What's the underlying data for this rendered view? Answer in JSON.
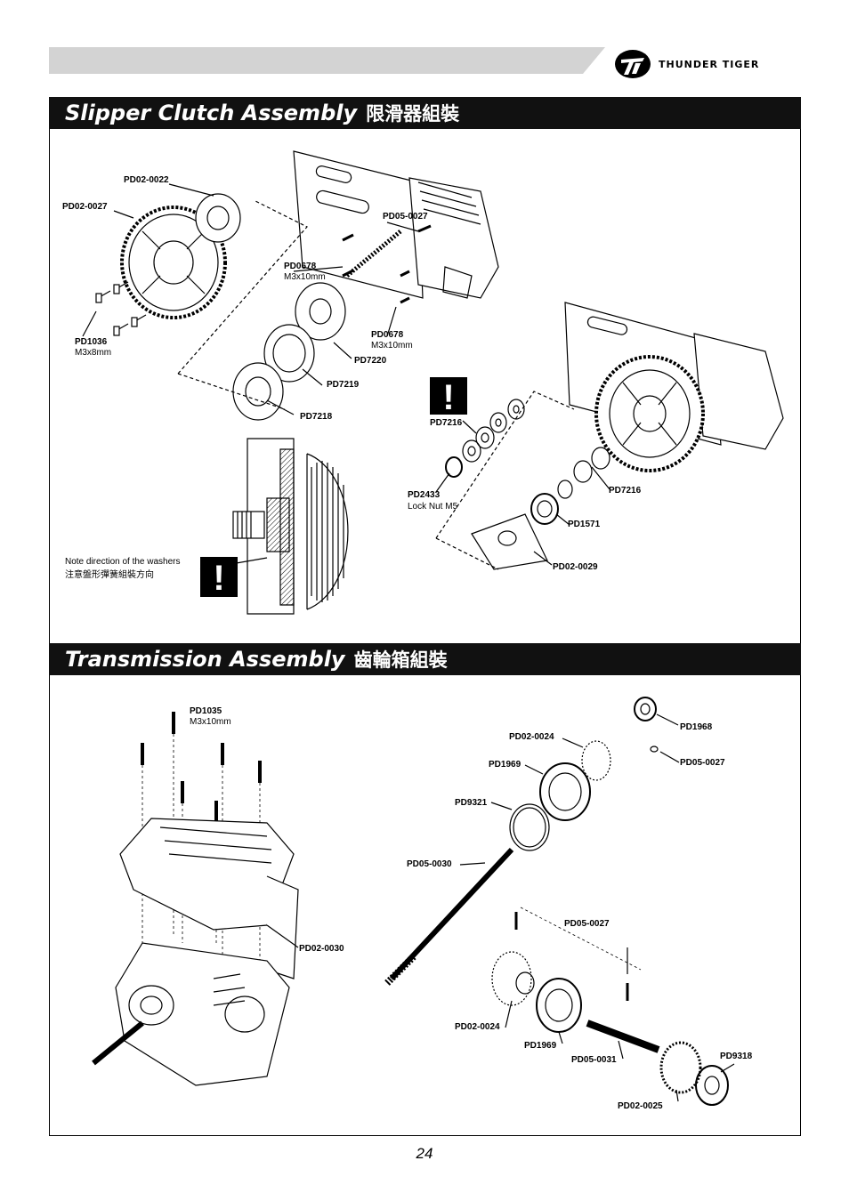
{
  "header": {
    "brand": "THUNDER TIGER"
  },
  "sections": {
    "slipper": {
      "title": "Slipper Clutch Assembly",
      "title_zh": "限滑器組裝"
    },
    "transmission": {
      "title": "Transmission Assembly",
      "title_zh": "齒輪箱組裝"
    }
  },
  "slipper_labels": {
    "pd02_0022": "PD02-0022",
    "pd02_0027": "PD02-0027",
    "pd05_0027": "PD05-0027",
    "pd0678_a": "PD0678",
    "pd0678_a_size": "M3x10mm",
    "pd0678_b": "PD0678",
    "pd0678_b_size": "M3x10mm",
    "pd1036": "PD1036",
    "pd1036_size": "M3x8mm",
    "pd7220": "PD7220",
    "pd7219": "PD7219",
    "pd7218": "PD7218",
    "pd7216_a": "PD7216",
    "pd7216_b": "PD7216",
    "pd2433": "PD2433",
    "pd2433_desc": "Lock Nut M5",
    "pd1571": "PD1571",
    "pd02_0029": "PD02-0029"
  },
  "note": {
    "en": "Note direction of the washers",
    "zh": "注意盤形彈簧組裝方向",
    "warning_glyph": "!"
  },
  "transmission_labels": {
    "pd1035": "PD1035",
    "pd1035_size": "M3x10mm",
    "pd02_0030": "PD02-0030",
    "pd1968": "PD1968",
    "pd02_0024_a": "PD02-0024",
    "pd05_0027_a": "PD05-0027",
    "pd1969_a": "PD1969",
    "pd9321": "PD9321",
    "pd05_0030": "PD05-0030",
    "pd05_0027_b": "PD05-0027",
    "pd02_0024_b": "PD02-0024",
    "pd1969_b": "PD1969",
    "pd05_0031": "PD05-0031",
    "pd9318": "PD9318",
    "pd02_0025": "PD02-0025"
  },
  "footer": {
    "page_number": "24"
  }
}
